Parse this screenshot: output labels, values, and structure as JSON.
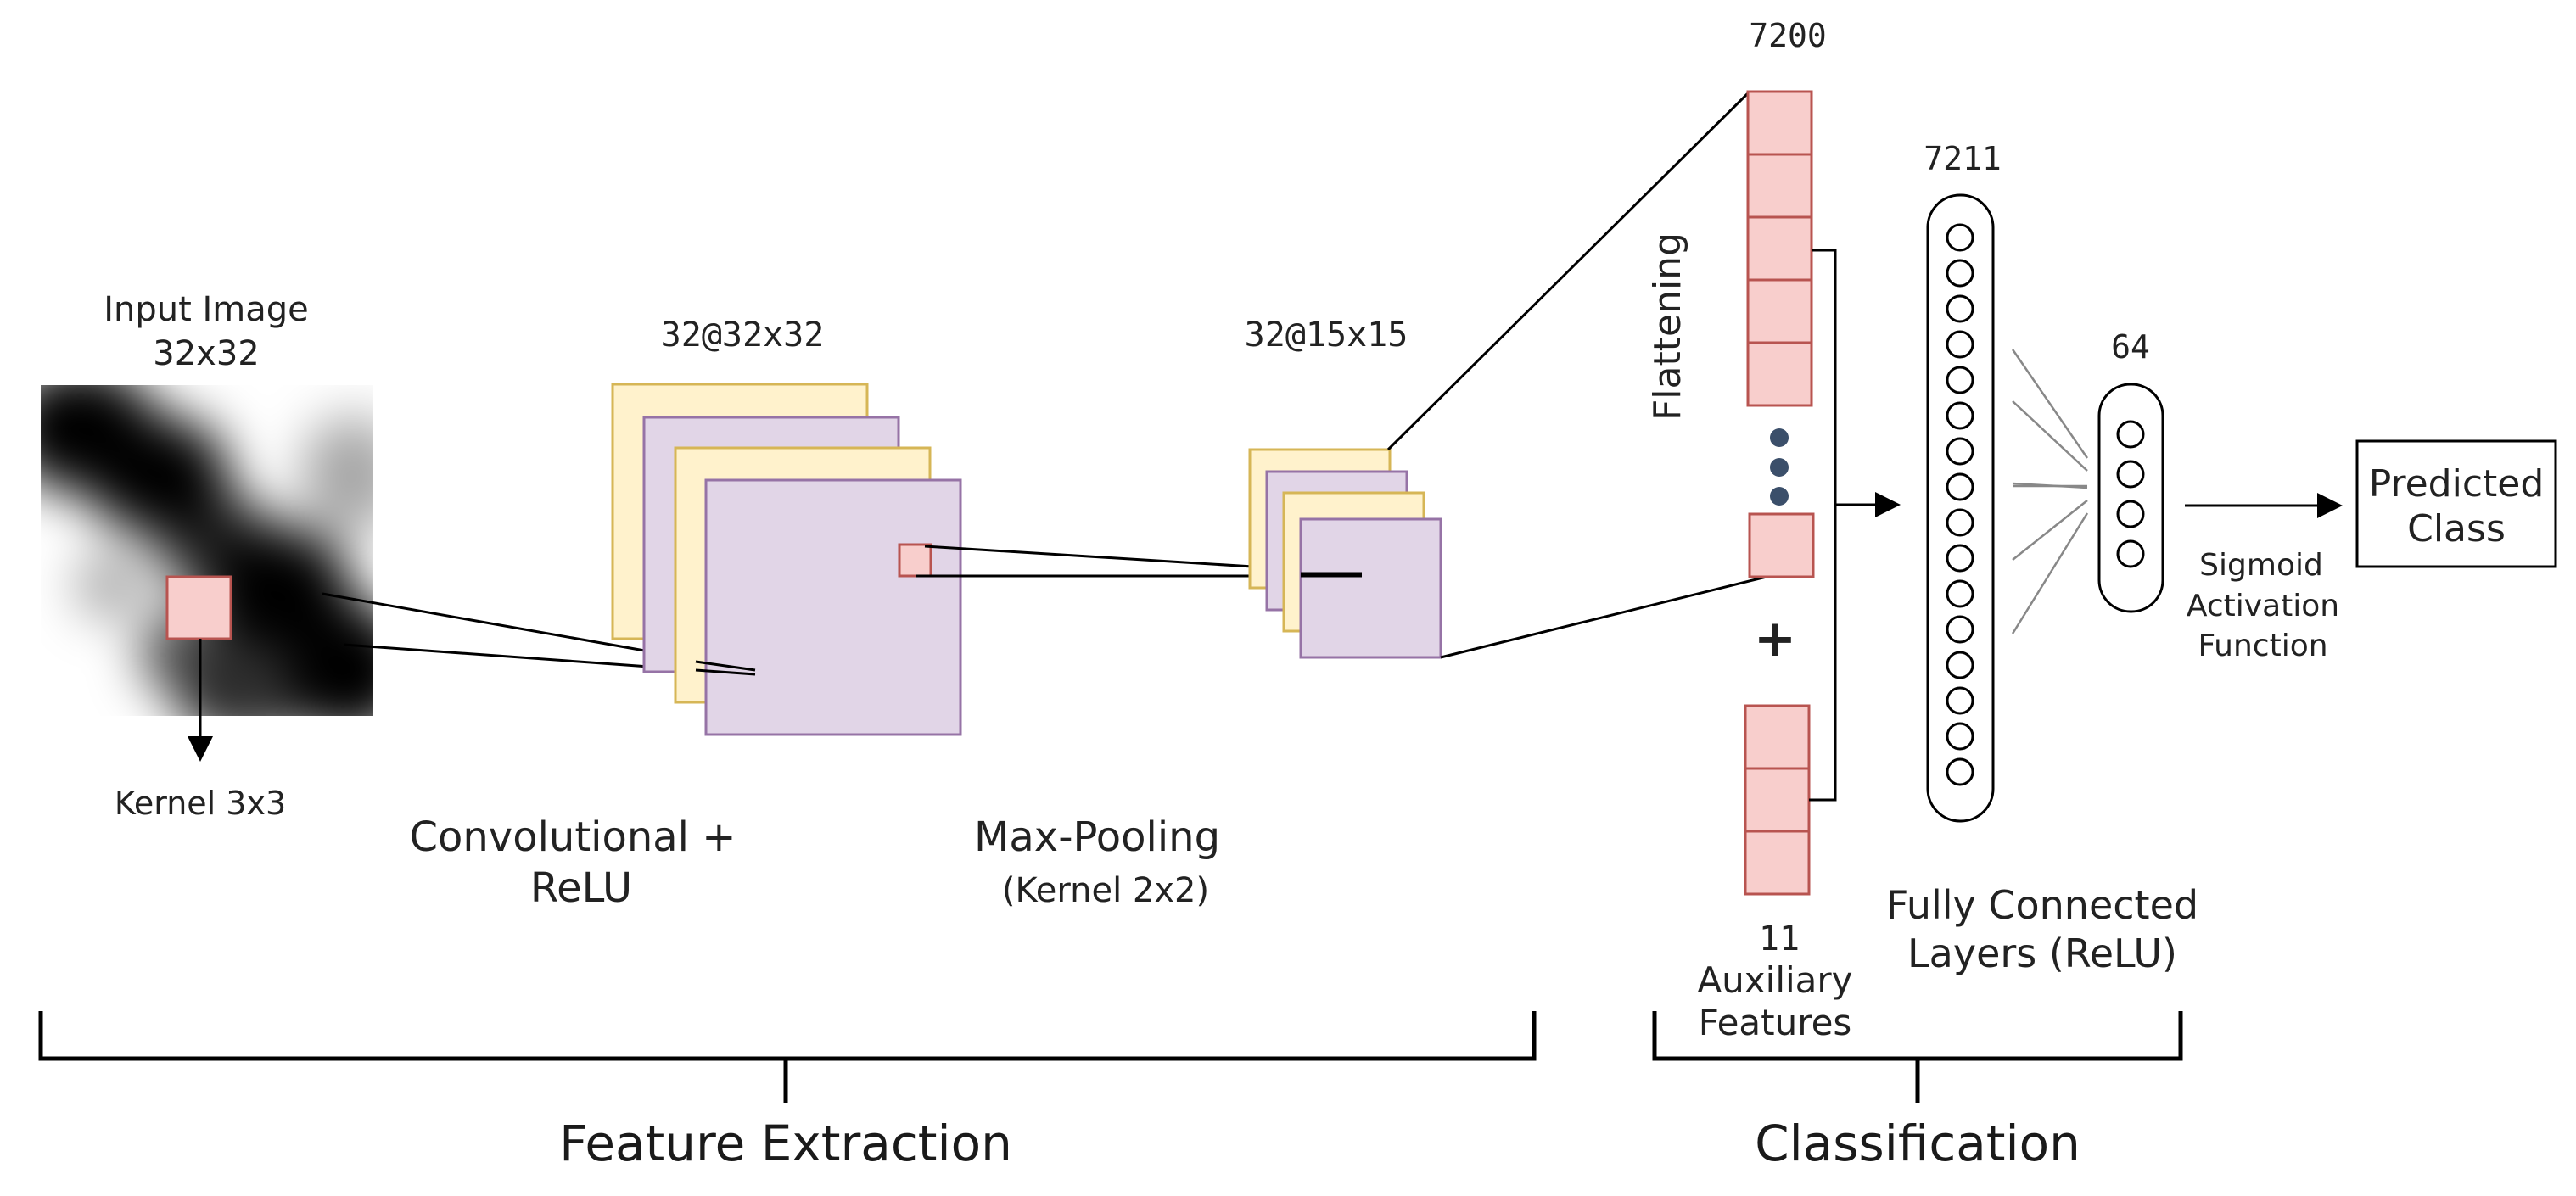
{
  "input": {
    "title": "Input Image",
    "size": "32x32",
    "kernel_label": "Kernel 3x3"
  },
  "conv": {
    "dims": "32@32x32",
    "label_line1": "Convolutional +",
    "label_line2": "ReLU"
  },
  "pool": {
    "dims": "32@15x15",
    "label_line1": "Max-Pooling",
    "label_line2": "(Kernel 2x2)"
  },
  "flatten": {
    "label": "Flattening",
    "count": "7200",
    "plus": "+"
  },
  "aux": {
    "count": "11",
    "label_line1": "Auxiliary",
    "label_line2": "Features"
  },
  "fc": {
    "count_1": "7211",
    "count_2": "64",
    "label_line1": "Fully Connected",
    "label_line2": "Layers (ReLU)"
  },
  "activation": {
    "line1": "Sigmoid",
    "line2": "Activation",
    "line3": "Function"
  },
  "output": {
    "line1": "Predicted",
    "line2": "Class"
  },
  "sections": {
    "feature_extraction": "Feature Extraction",
    "classification": "Classification"
  },
  "colors": {
    "feature_map_yellow": "#fff2cc",
    "feature_map_yellow_border": "#d6b656",
    "feature_map_purple": "#e1d5e7",
    "feature_map_purple_border": "#9673a6",
    "vector_cell": "#f8cecc",
    "vector_cell_border": "#b85450",
    "dots": "#3b4f6a"
  }
}
